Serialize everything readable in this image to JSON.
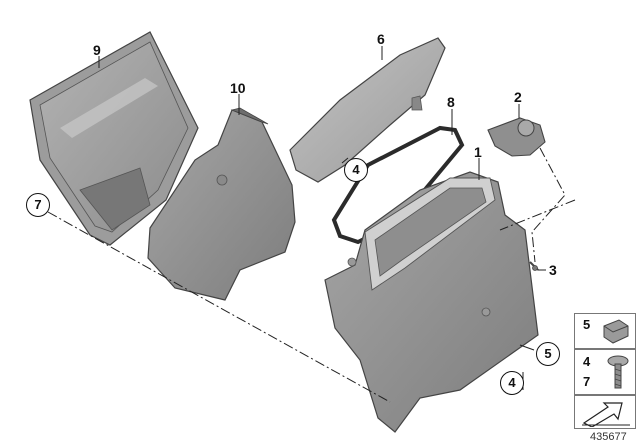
{
  "callouts": {
    "p1": "1",
    "p2": "2",
    "p3": "3",
    "p6": "6",
    "p8": "8",
    "p9": "9",
    "p10": "10"
  },
  "circled": {
    "c7": "7",
    "c4a": "4",
    "c5": "5",
    "c4b": "4"
  },
  "legend": {
    "row1": "5",
    "row2a": "4",
    "row2b": "7"
  },
  "document_id": "435677"
}
